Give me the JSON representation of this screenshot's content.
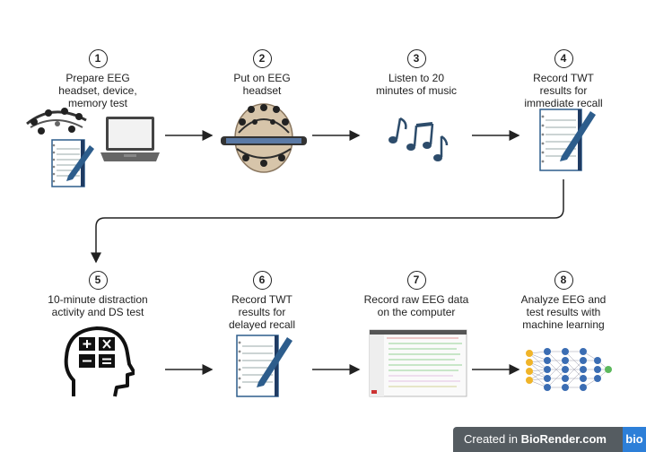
{
  "steps": [
    {
      "num": "1",
      "label": "Prepare EEG\nheadset, device,\nmemory test"
    },
    {
      "num": "2",
      "label": "Put on EEG\nheadset"
    },
    {
      "num": "3",
      "label": "Listen to 20\nminutes of music"
    },
    {
      "num": "4",
      "label": "Record TWT\nresults for\nimmediate recall"
    },
    {
      "num": "5",
      "label": "10-minute distraction\nactivity and DS test"
    },
    {
      "num": "6",
      "label": "Record TWT\nresults for\ndelayed recall"
    },
    {
      "num": "7",
      "label": "Record raw EEG data\non the computer"
    },
    {
      "num": "8",
      "label": "Analyze EEG and\ntest results with\nmachine learning"
    }
  ],
  "badge": {
    "prefix": "Created in ",
    "brand": "BioRender.com",
    "logo": "bio"
  },
  "colors": {
    "accent_blue": "#2d5d8c",
    "navy": "#1f3b63",
    "badge_bg": "#555c61",
    "logo_blue": "#2d7fd8"
  },
  "icons": [
    "eeg-headset-icon",
    "notepad-pencil-icon",
    "laptop-icon",
    "head-with-headset-icon",
    "music-notes-icon",
    "head-calculator-icon",
    "eeg-software-screen-icon",
    "neural-network-icon"
  ]
}
